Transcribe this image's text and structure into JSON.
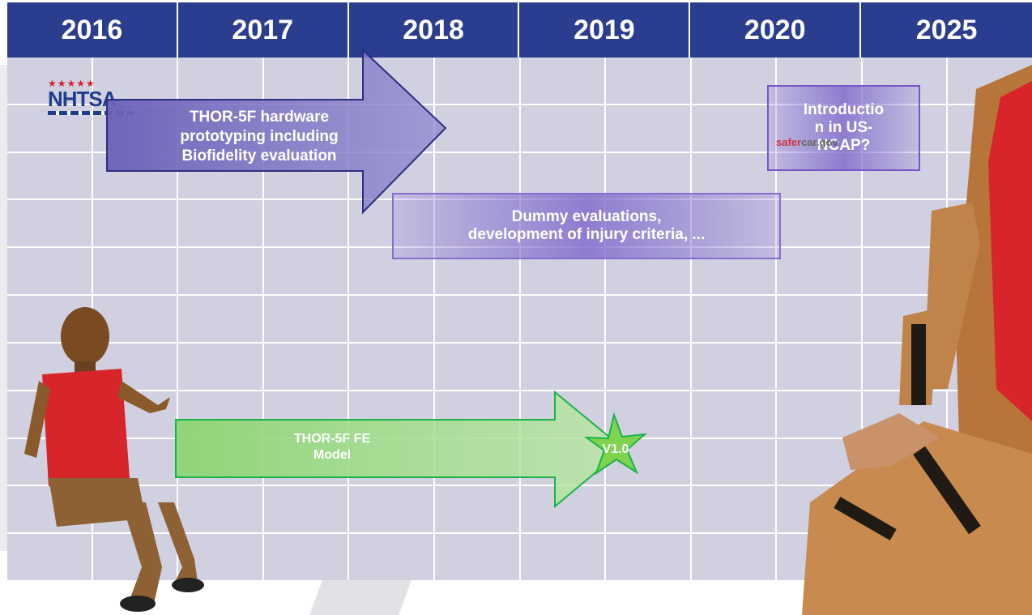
{
  "timeline": {
    "years": [
      "2016",
      "2017",
      "2018",
      "2019",
      "2020",
      "2025"
    ]
  },
  "activities": {
    "hardware_arrow": {
      "lines": [
        "THOR-5F hardware",
        "prototyping including",
        "Biofidelity evaluation"
      ]
    },
    "evaluations_box": {
      "lines": [
        "Dummy evaluations,",
        "development of injury criteria, ..."
      ]
    },
    "fe_model_arrow": {
      "lines": [
        "THOR-5F FE",
        "Model"
      ]
    },
    "milestone_star": {
      "label": "V1.0"
    },
    "introduction_box": {
      "lines": [
        "Introductio",
        "n in US-",
        "NCAP?"
      ]
    }
  },
  "logos": {
    "nhtsa": {
      "stars": "★★★★★",
      "text": "NHTSA"
    },
    "safercar": {
      "prefix": "safer",
      "suffix": "car.gov"
    }
  },
  "colors": {
    "header": "#2a3d8f",
    "cell": "#d0d0e1",
    "purple_arrow": "#7b70c4",
    "green_arrow": "#97d97e",
    "green_border": "#1bb24a",
    "star": "#7fd34f"
  }
}
